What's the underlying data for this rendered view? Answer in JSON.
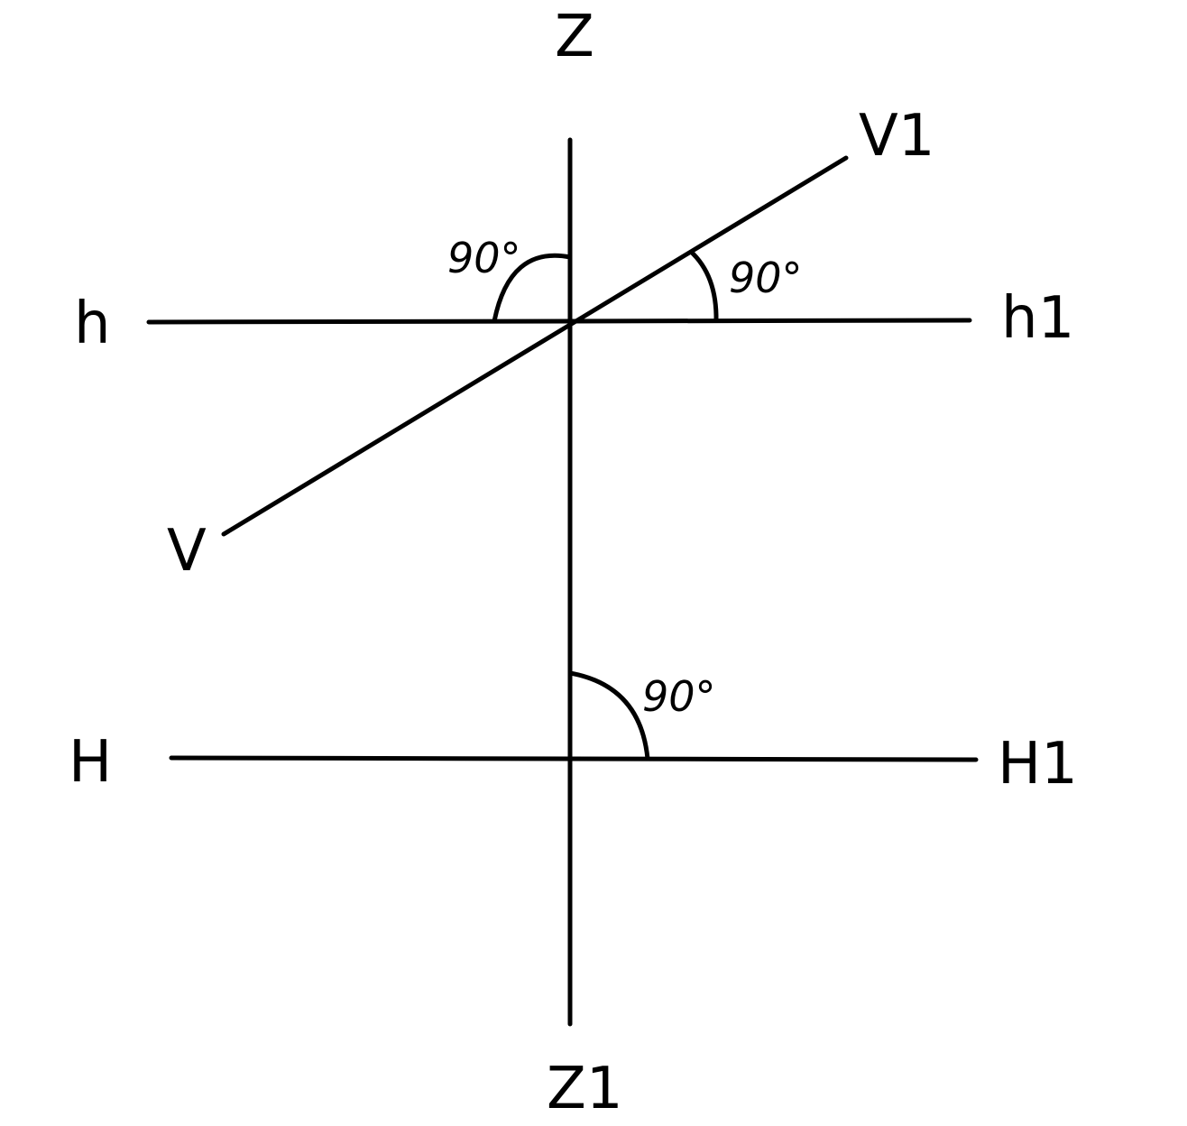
{
  "labels": {
    "z": "Z",
    "z1": "Z1",
    "v": "V",
    "v1": "V1",
    "h": "h",
    "h1": "h1",
    "H": "H",
    "H1": "H1"
  },
  "angles": {
    "upper_left": "90°",
    "upper_right": "90°",
    "lower": "90°"
  },
  "colors": {
    "ink": "#000000",
    "background": "#ffffff"
  }
}
